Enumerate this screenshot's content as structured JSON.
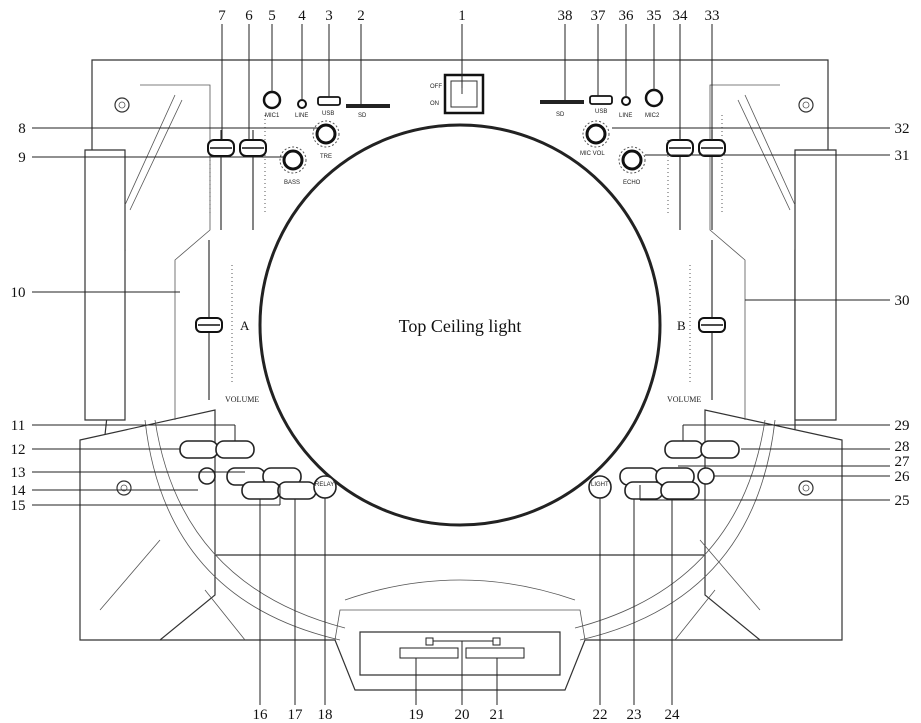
{
  "center_label": "Top Ceiling light",
  "side_labels": {
    "left": "A",
    "right": "B"
  },
  "volume_labels": {
    "left": "VOLUME",
    "right": "VOLUME"
  },
  "switch_labels": {
    "off": "OFF",
    "on": "ON"
  },
  "jack_labels": {
    "mic1": "MIC1",
    "line_left": "LINE",
    "usb_left": "USB",
    "sd_left": "SD",
    "usb_right": "USB",
    "line_right": "LINE",
    "mic2": "MIC2",
    "sd_right": "SD"
  },
  "knob_labels": {
    "tre": "TRE",
    "bass": "BASS",
    "mic_vol": "MIC VOL",
    "echo": "ECHO"
  },
  "button_labels": {
    "relay": "RELAY",
    "light": "LIGHT"
  },
  "callouts": [
    "1",
    "2",
    "3",
    "4",
    "5",
    "6",
    "7",
    "8",
    "9",
    "10",
    "11",
    "12",
    "13",
    "14",
    "15",
    "16",
    "17",
    "18",
    "19",
    "20",
    "21",
    "22",
    "23",
    "24",
    "25",
    "26",
    "27",
    "28",
    "29",
    "30",
    "31",
    "32",
    "33",
    "34",
    "35",
    "36",
    "37",
    "38"
  ]
}
